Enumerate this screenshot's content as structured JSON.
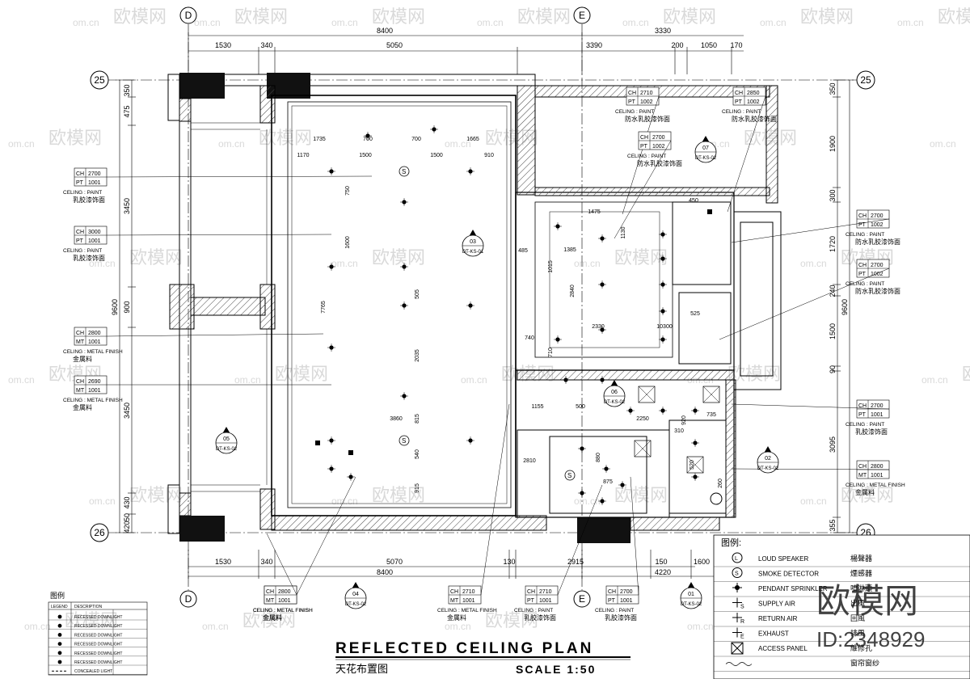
{
  "watermark": {
    "brand": "欧模网",
    "domain": "om.cn",
    "id": "ID:2348929"
  },
  "title": {
    "main": "REFLECTED CEILING PLAN",
    "sub": "天花布置图",
    "scale": "SCALE 1:50"
  },
  "grid": {
    "cols": [
      "D",
      "E"
    ],
    "rows": [
      "25",
      "26"
    ]
  },
  "dims_top": {
    "overall": "8400",
    "right_overall": "3330",
    "segments": [
      "1530",
      "340",
      "5050",
      "3390",
      "200",
      "1050",
      "170"
    ]
  },
  "dims_bottom": {
    "segments": [
      "1530",
      "340",
      "5070",
      "130",
      "2915",
      "150",
      "1600"
    ],
    "overall": "8400",
    "right": "4220"
  },
  "dims_left": [
    "350",
    "475",
    "3450",
    "9600",
    "900",
    "3450",
    "430",
    "50",
    "420"
  ],
  "dims_right": [
    "350",
    "1900",
    "300",
    "1720",
    "240",
    "9600",
    "1500",
    "90",
    "3095",
    "355"
  ],
  "interior_dims": [
    "1735",
    "700",
    "700",
    "1665",
    "1170",
    "1500",
    "1500",
    "910",
    "750",
    "1600",
    "7765",
    "505",
    "2035",
    "815",
    "540",
    "915",
    "3860",
    "1475",
    "1385",
    "2840",
    "2330",
    "1130",
    "1015",
    "485",
    "740",
    "710",
    "10300",
    "450",
    "525",
    "1155",
    "500",
    "2250",
    "735",
    "920",
    "310",
    "520",
    "2810",
    "880",
    "875",
    "260"
  ],
  "tags": [
    {
      "ch": "2700",
      "code": "PT",
      "num": "1001",
      "desc": "CELING : PAINT",
      "cn": "乳胶漆饰面"
    },
    {
      "ch": "3000",
      "code": "PT",
      "num": "1001",
      "desc": "CELING : PAINT",
      "cn": "乳胶漆饰面"
    },
    {
      "ch": "2800",
      "code": "MT",
      "num": "1001",
      "desc": "CELING : METAL FINISH",
      "cn": "金属料"
    },
    {
      "ch": "2690",
      "code": "MT",
      "num": "1001",
      "desc": "CELING : METAL FINISH",
      "cn": "金属料"
    },
    {
      "ch": "2800",
      "code": "MT",
      "num": "1001",
      "desc": "CELING : METAL FINISH",
      "cn": "金属料"
    },
    {
      "ch": "2710",
      "code": "PT",
      "num": "1002",
      "desc": "CELING : PAINT",
      "cn": "防水乳胶漆饰面"
    },
    {
      "ch": "2700",
      "code": "PT",
      "num": "1002",
      "desc": "CELING : PAINT",
      "cn": "防水乳胶漆饰面"
    },
    {
      "ch": "2850",
      "code": "PT",
      "num": "1002",
      "desc": "CELING : PAINT",
      "cn": "防水乳胶漆饰面"
    },
    {
      "ch": "2700",
      "code": "PT",
      "num": "1002",
      "desc": "CELING : PAINT",
      "cn": "防水乳胶漆饰面"
    },
    {
      "ch": "2700",
      "code": "PT",
      "num": "1002",
      "desc": "CELING : PAINT",
      "cn": "防水乳胶漆饰面"
    },
    {
      "ch": "2700",
      "code": "PT",
      "num": "1001",
      "desc": "CELING : PAINT",
      "cn": "乳胶漆饰面"
    },
    {
      "ch": "2800",
      "code": "MT",
      "num": "1001",
      "desc": "CELING : METAL FINISH",
      "cn": "金属料"
    },
    {
      "ch": "2800",
      "code": "MT",
      "num": "1001",
      "desc": "CELING : METAL FINISH",
      "cn": "金属料"
    },
    {
      "ch": "2710",
      "code": "MT",
      "num": "1001",
      "desc": "CELING : METAL FINISH",
      "cn": "金属料"
    },
    {
      "ch": "2710",
      "code": "PT",
      "num": "1001",
      "desc": "CELING : PAINT",
      "cn": "乳胶漆饰面"
    },
    {
      "ch": "2700",
      "code": "PT",
      "num": "1001",
      "desc": "CELING : PAINT",
      "cn": "乳胶漆饰面"
    }
  ],
  "section_markers": [
    {
      "n": "03",
      "ref": "DT-KS-01"
    },
    {
      "n": "07",
      "ref": "DT-KS-02"
    },
    {
      "n": "05",
      "ref": "DT-KS-02"
    },
    {
      "n": "06",
      "ref": "DT-KS-02"
    },
    {
      "n": "02",
      "ref": "DT-KS-02"
    },
    {
      "n": "04",
      "ref": "DT-KS-02"
    },
    {
      "n": "01",
      "ref": "DT-KS-02"
    }
  ],
  "legend_right": {
    "title": "图例:",
    "items": [
      {
        "icon": "speaker-icon",
        "en": "LOUD SPEAKER",
        "cn": "楊聲器"
      },
      {
        "icon": "smoke-detector-icon",
        "en": "SMOKE DETECTOR",
        "cn": "煙感器"
      },
      {
        "icon": "sprinkler-icon",
        "en": "PENDANT SPRINKLER",
        "cn": "噴淋頭"
      },
      {
        "icon": "supply-air-icon",
        "en": "SUPPLY AIR",
        "cn": "出風"
      },
      {
        "icon": "return-air-icon",
        "en": "RETURN AIR",
        "cn": "回風"
      },
      {
        "icon": "exhaust-icon",
        "en": "EXHAUST",
        "cn": "排風"
      },
      {
        "icon": "access-panel-icon",
        "en": "ACCESS PANEL",
        "cn": "維修孔"
      },
      {
        "icon": "curtain-icon",
        "en": "",
        "cn": "窗帘窗纱"
      }
    ]
  },
  "legend_left": {
    "title": "图例",
    "header": [
      "LEGEND",
      "DESCRIPTION"
    ],
    "items": [
      "RECESSED DOWNLIGHT",
      "RECESSED DOWNLIGHT",
      "RECESSED DOWNLIGHT",
      "RECESSED DOWNLIGHT",
      "RECESSED DOWNLIGHT",
      "RECESSED DOWNLIGHT",
      "CONCEALED LIGHT"
    ]
  }
}
